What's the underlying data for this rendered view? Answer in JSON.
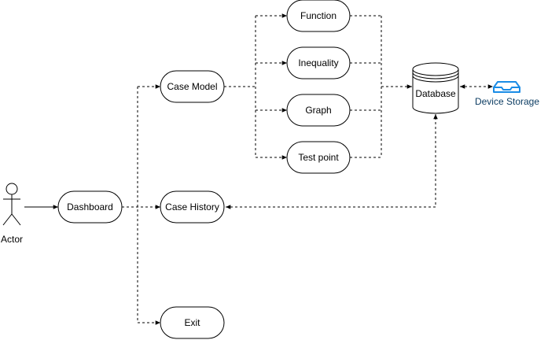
{
  "actor": {
    "label": "Actor"
  },
  "nodes": {
    "dashboard": "Dashboard",
    "case_model": "Case Model",
    "case_history": "Case History",
    "exit": "Exit",
    "function": "Function",
    "inequality": "Inequality",
    "graph": "Graph",
    "test_point": "Test point"
  },
  "database": {
    "label": "Database"
  },
  "device_storage": {
    "label": "Device Storage",
    "icon": "storage-tray-icon",
    "color": "#1a8ce6"
  }
}
